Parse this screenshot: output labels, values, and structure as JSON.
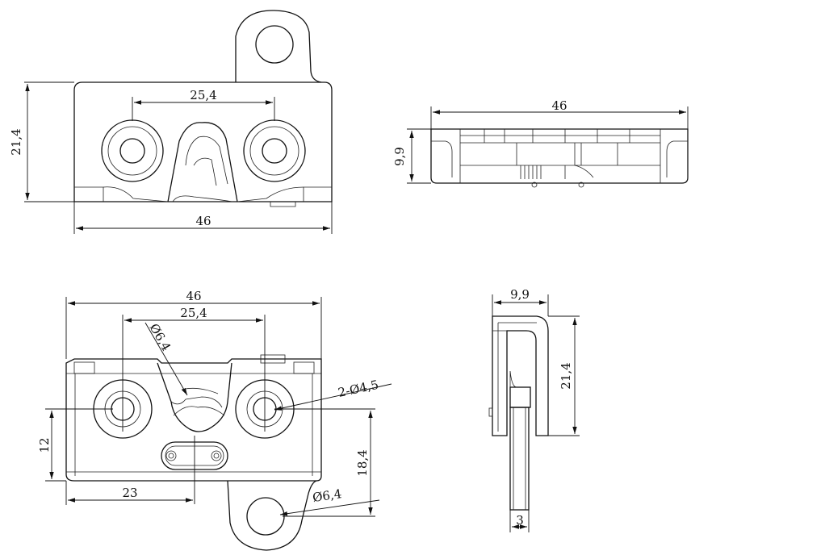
{
  "dimensions": {
    "top_front_height": "21,4",
    "top_front_pitch": "25,4",
    "top_front_width": "46",
    "top_side_width": "46",
    "top_side_height": "9,9",
    "bottom_front_width": "46",
    "bottom_front_pitch": "25,4",
    "bottom_front_diameter_slot": "Ø6,4",
    "bottom_front_holes": "2-Ø4,5",
    "bottom_front_height_12": "12",
    "bottom_front_offset_23": "23",
    "bottom_front_height_18": "18,4",
    "bottom_front_diameter_tab": "Ø6,4",
    "bottom_side_width": "9,9",
    "bottom_side_height": "21,4",
    "bottom_side_thickness": "3"
  }
}
